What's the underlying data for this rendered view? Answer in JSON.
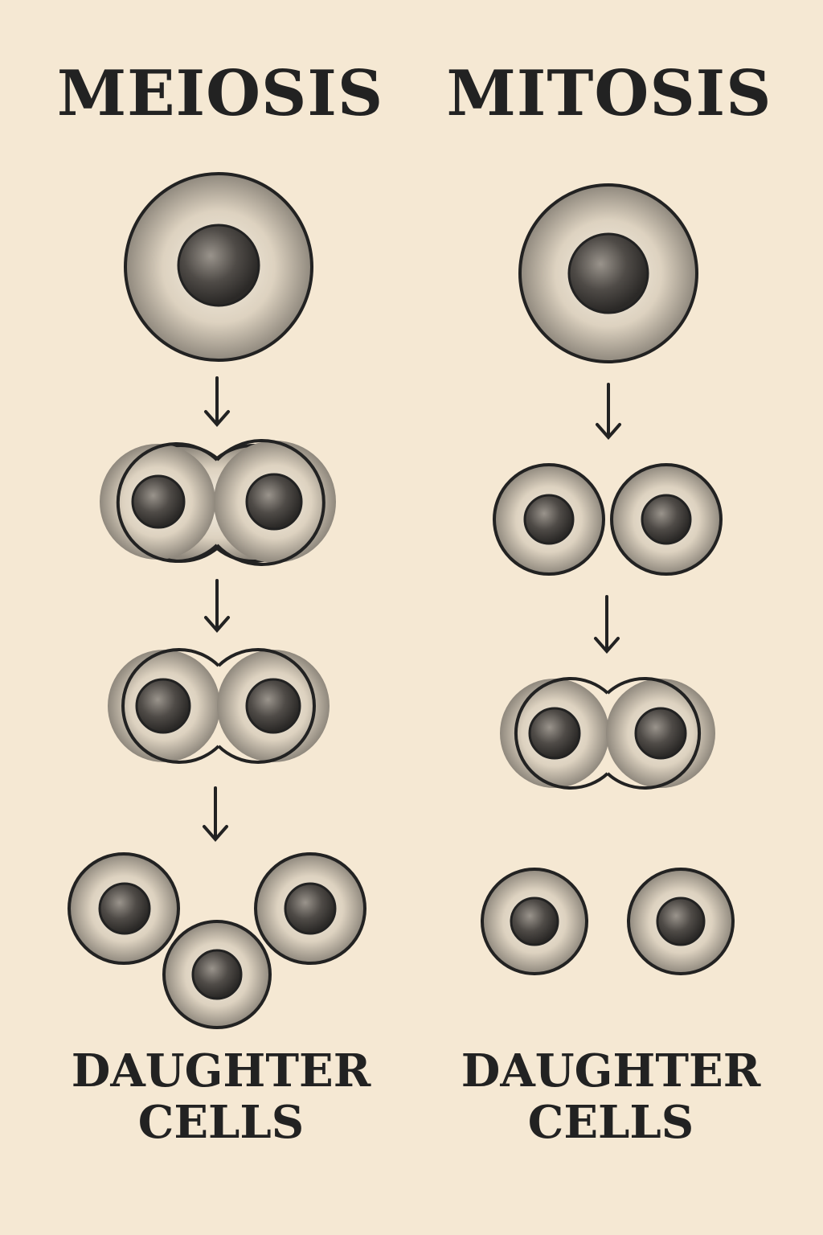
{
  "columns": {
    "left": {
      "title": "MEIOSIS",
      "caption_line1": "DAUGHTER",
      "caption_line2": "CELLS"
    },
    "right": {
      "title": "MITOSIS",
      "caption_line1": "DAUGHTER",
      "caption_line2": "CELLS"
    }
  },
  "colors": {
    "background": "#f5e8d3",
    "ink": "#222222",
    "cytoplasm": "#e6dccb",
    "nucleus": "#4a4744"
  }
}
